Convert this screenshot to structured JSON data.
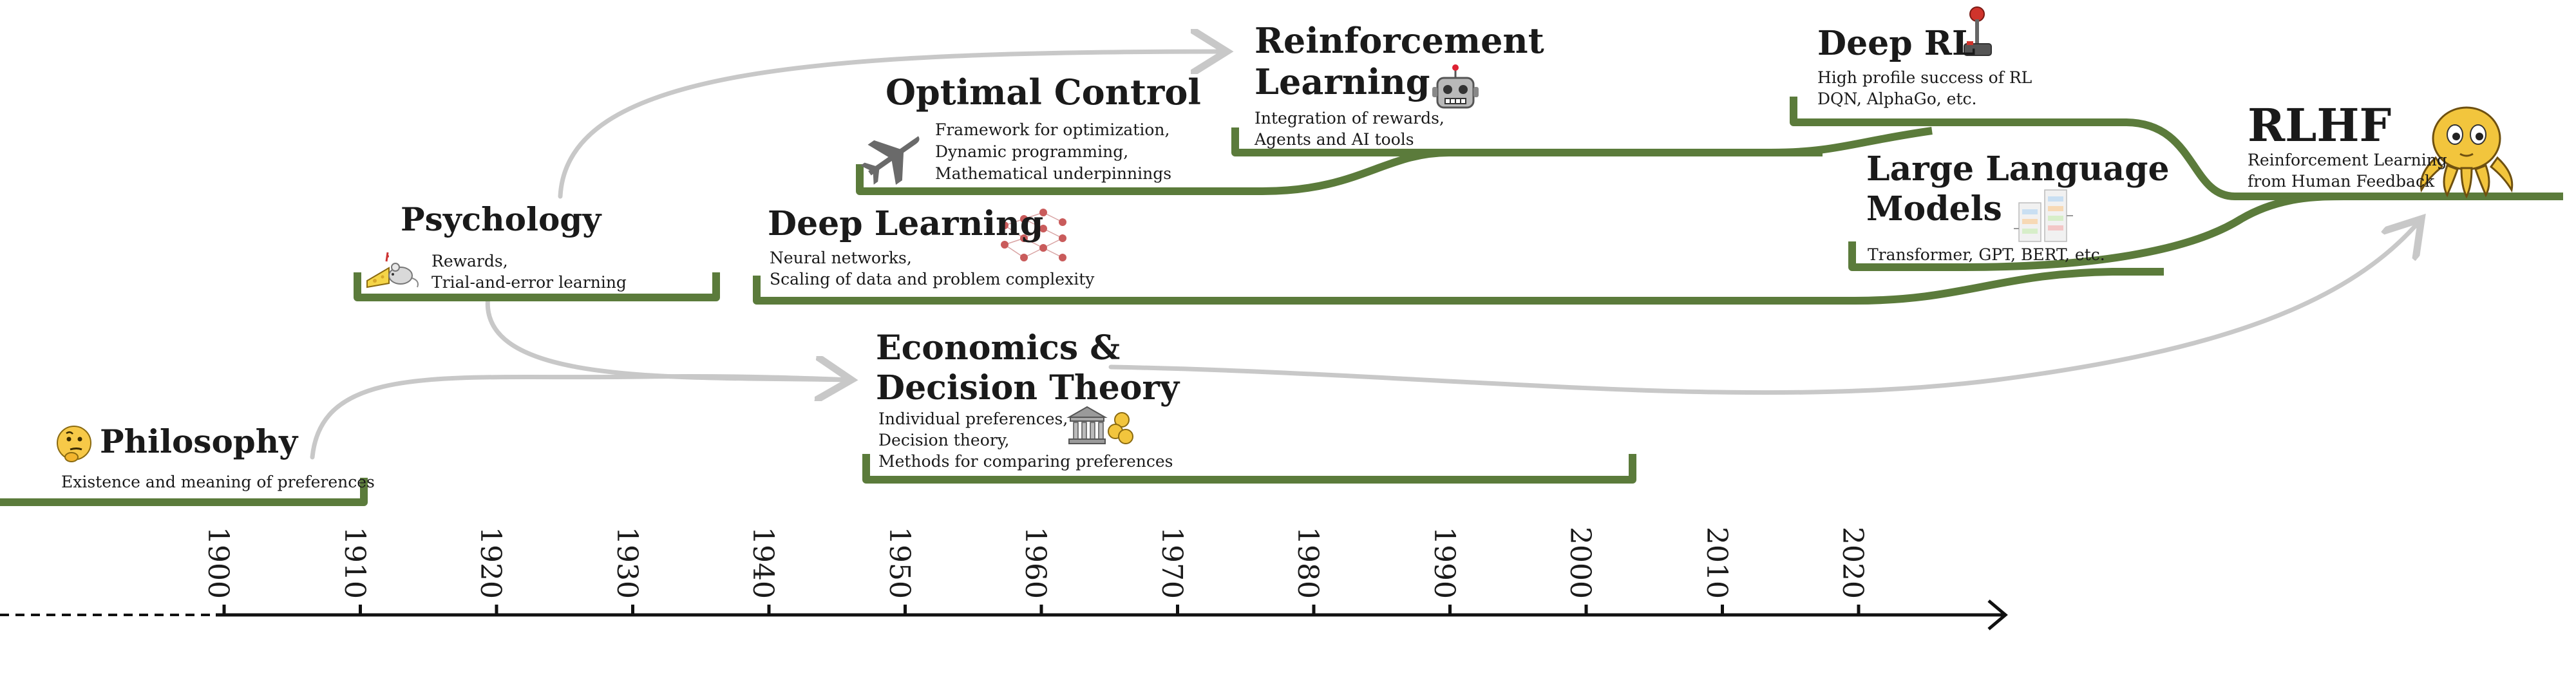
{
  "nodes": {
    "philosophy": {
      "title": "Philosophy",
      "desc": [
        "Existence and meaning of preferences"
      ],
      "icon": "thinking-face-icon"
    },
    "psychology": {
      "title": "Psychology",
      "desc": [
        "Rewards,",
        "Trial-and-error learning"
      ],
      "icon": "mouse-and-cheese-icon"
    },
    "optimal_control": {
      "title": "Optimal Control",
      "desc": [
        "Framework for optimization,",
        "Dynamic programming,",
        "Mathematical underpinnings"
      ],
      "icon": "airplane-icon"
    },
    "reinforcement_learning": {
      "title_lines": [
        "Reinforcement",
        "Learning"
      ],
      "desc": [
        "Integration of rewards,",
        "Agents and AI tools"
      ],
      "icon": "robot-icon"
    },
    "deep_learning": {
      "title": "Deep Learning",
      "desc": [
        "Neural networks,",
        "Scaling of data and problem complexity"
      ],
      "icon": "neural-network-icon"
    },
    "economics": {
      "title_lines": [
        "Economics &",
        "Decision Theory"
      ],
      "desc": [
        "Individual preferences,",
        "Decision theory,",
        "Methods for comparing preferences"
      ],
      "icon": "bank-and-coins-icon"
    },
    "deep_rl": {
      "title": "Deep RL",
      "desc": [
        "High profile success of RL",
        "DQN, AlphaGo, etc."
      ],
      "icon": "joystick-icon"
    },
    "llm": {
      "title_lines": [
        "Large Language",
        "Models"
      ],
      "desc": [
        "Transformer, GPT, BERT, etc."
      ],
      "icon": "transformer-diagram-icon"
    },
    "rlhf": {
      "title": "RLHF",
      "desc": [
        "Reinforcement Learning",
        "from Human Feedback"
      ],
      "icon": "octopus-mascot-icon"
    }
  },
  "axis": {
    "years": [
      "1900",
      "1910",
      "1920",
      "1930",
      "1940",
      "1950",
      "1960",
      "1970",
      "1980",
      "1990",
      "2000",
      "2010",
      "2020"
    ]
  },
  "colors": {
    "track": "#5b7b3b",
    "influence_arrow": "#c8c8c8",
    "text": "#1a1a1a",
    "axis": "#111111"
  }
}
